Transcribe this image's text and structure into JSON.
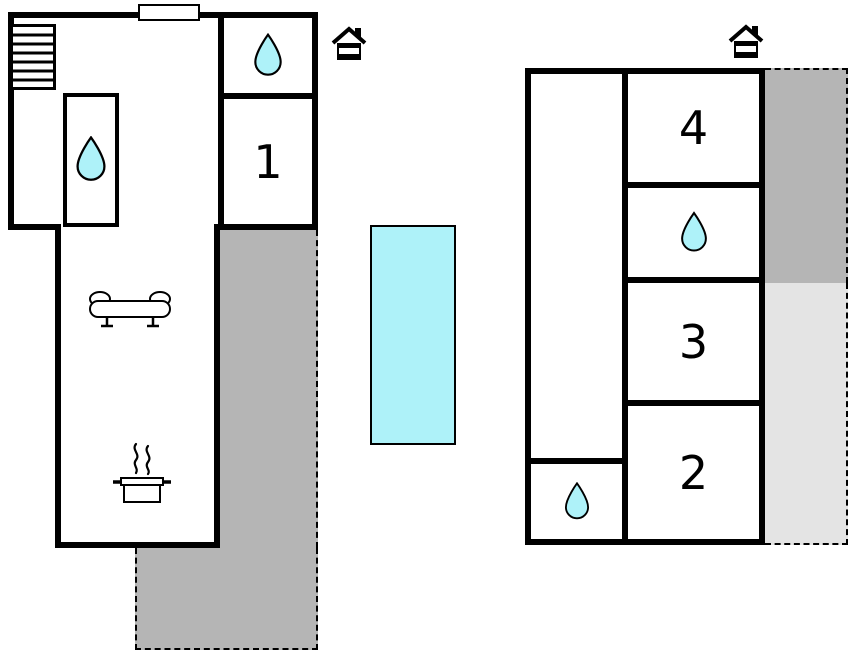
{
  "diagram_type": "floor-plan",
  "colors": {
    "wall": "#000000",
    "water": "#aef2f9",
    "pool": "#aef2f9",
    "terrace_dark": "#b5b5b5",
    "terrace_light": "#e4e4e4"
  },
  "left_building": {
    "room_label": "1",
    "icons": [
      "stairs-icon",
      "water-drop-icon",
      "water-drop-icon",
      "sofa-icon",
      "stove-pot-icon",
      "house-icon"
    ]
  },
  "right_building": {
    "rooms": [
      {
        "label": "4"
      },
      {
        "label": "3"
      },
      {
        "label": "2"
      }
    ],
    "icons": [
      "water-drop-icon",
      "water-drop-icon",
      "house-icon"
    ]
  },
  "pool": {
    "present": true
  },
  "terraces": {
    "left_side": "dark",
    "left_bottom": "dark",
    "right_upper": "dark",
    "right_lower": "light"
  }
}
